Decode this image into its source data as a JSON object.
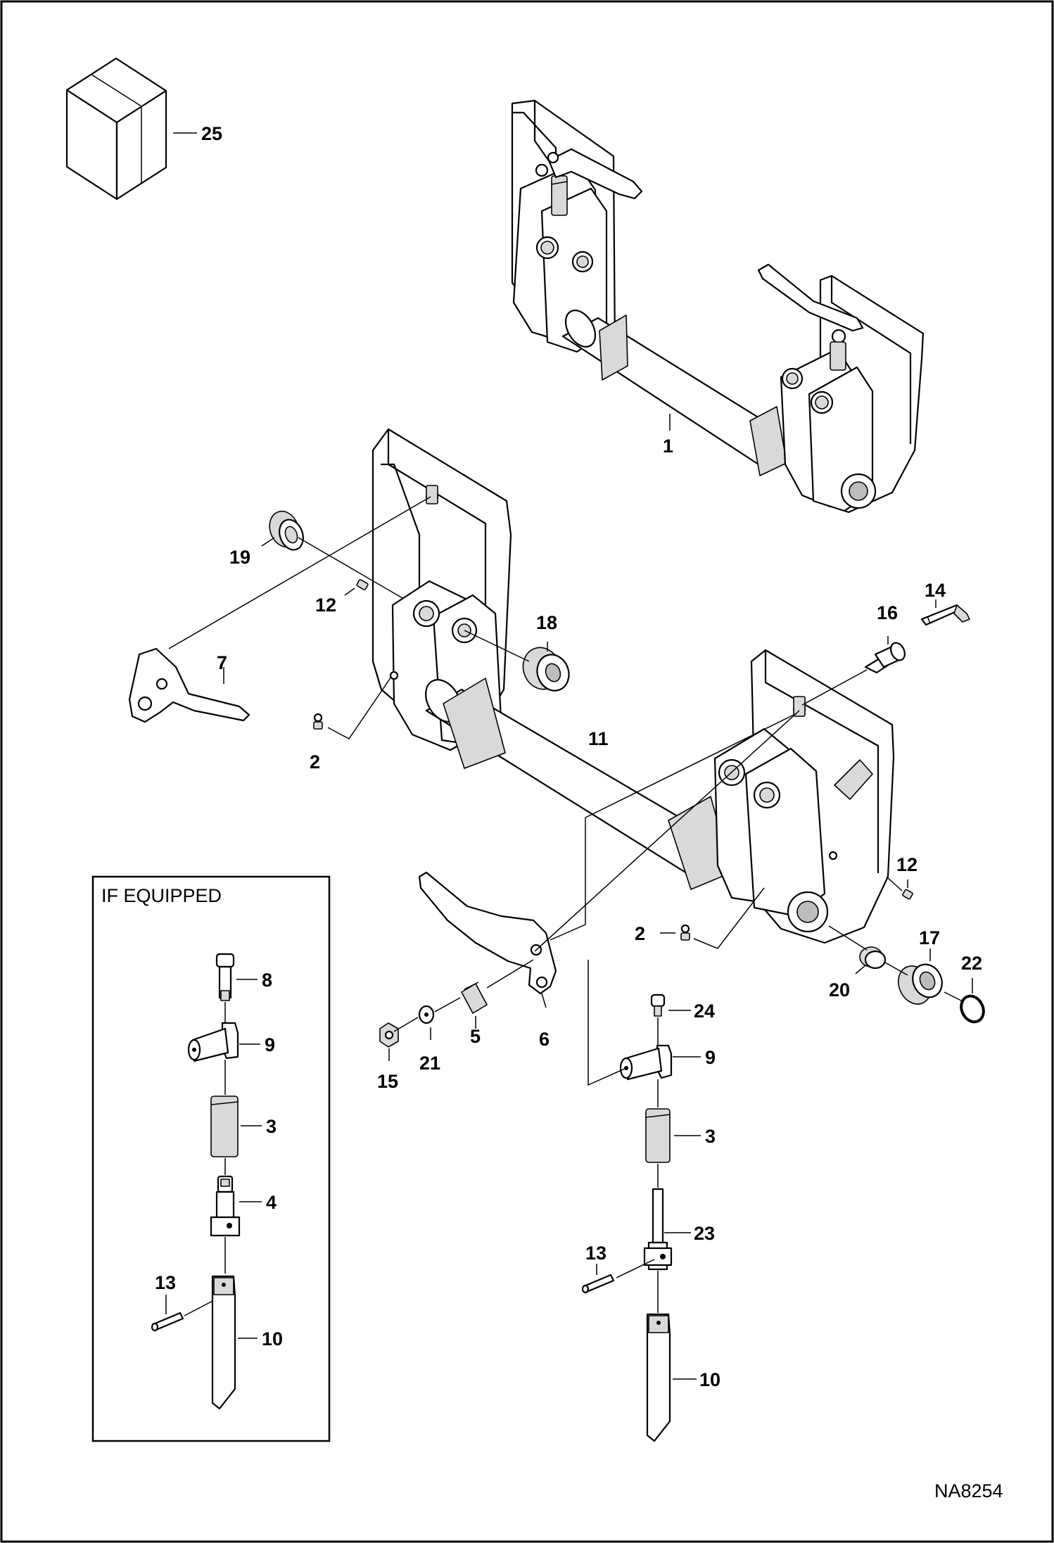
{
  "diagram": {
    "drawing_id": "NA8254",
    "inset_title": "IF EQUIPPED",
    "callouts": {
      "c1": "1",
      "c2a": "2",
      "c2b": "2",
      "c3a": "3",
      "c3b": "3",
      "c4": "4",
      "c5": "5",
      "c6": "6",
      "c7": "7",
      "c8": "8",
      "c9a": "9",
      "c9b": "9",
      "c10a": "10",
      "c10b": "10",
      "c11": "11",
      "c12a": "12",
      "c12b": "12",
      "c13a": "13",
      "c13b": "13",
      "c14": "14",
      "c15": "15",
      "c16": "16",
      "c17": "17",
      "c18": "18",
      "c19": "19",
      "c20": "20",
      "c21": "21",
      "c22": "22",
      "c23": "23",
      "c24": "24",
      "c25": "25"
    }
  }
}
